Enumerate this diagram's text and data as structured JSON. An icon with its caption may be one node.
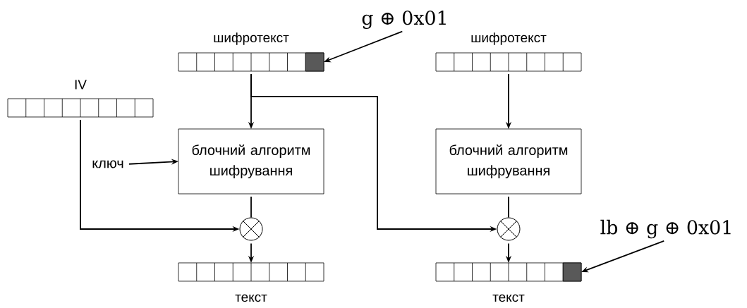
{
  "diagram": {
    "nodes": [
      {
        "text": [
          "IV"
        ]
      },
      {
        "text": [
          "шифротекст"
        ]
      },
      {
        "text": [],
        "shape": "box",
        "in": 1
      },
      {
        "text": [
          "g ⊕ 0x01"
        ]
      },
      {
        "text": [
          "шифротекст"
        ]
      },
      {
        "text": [
          "ключ"
        ]
      },
      {
        "text": [
          "блочний алгоритм шифрування"
        ]
      },
      {
        "text": [
          "блочний алгоритм шифрування"
        ]
      },
      {
        "text": [],
        "shape": "circle"
      },
      {
        "text": [],
        "shape": "circle"
      },
      {
        "text": [
          "текст"
        ]
      },
      {
        "text": [
          "текст"
        ]
      },
      {
        "text": [],
        "shape": "box",
        "in": 11
      },
      {
        "text": [
          "lb ⊕ g ⊕ 0x01"
        ]
      }
    ],
    "edges": [
      {
        "from": 3,
        "to": 2,
        "arrow": "to"
      },
      {
        "from": 1,
        "to": 6,
        "arrow": "to"
      },
      {
        "from": 1,
        "to": 9,
        "arrow": "to"
      },
      {
        "from": 4,
        "to": 7,
        "arrow": "to"
      },
      {
        "from": 5,
        "to": 6,
        "arrow": "to"
      },
      {
        "from": 6,
        "to": 8,
        "arrow": "none"
      },
      {
        "from": 7,
        "to": 9,
        "arrow": "none"
      },
      {
        "from": 0,
        "to": 8,
        "arrow": "to"
      },
      {
        "from": 8,
        "to": 10,
        "arrow": "to"
      },
      {
        "from": 9,
        "to": 11,
        "arrow": "to"
      },
      {
        "from": 13,
        "to": 12,
        "arrow": "to"
      }
    ]
  }
}
